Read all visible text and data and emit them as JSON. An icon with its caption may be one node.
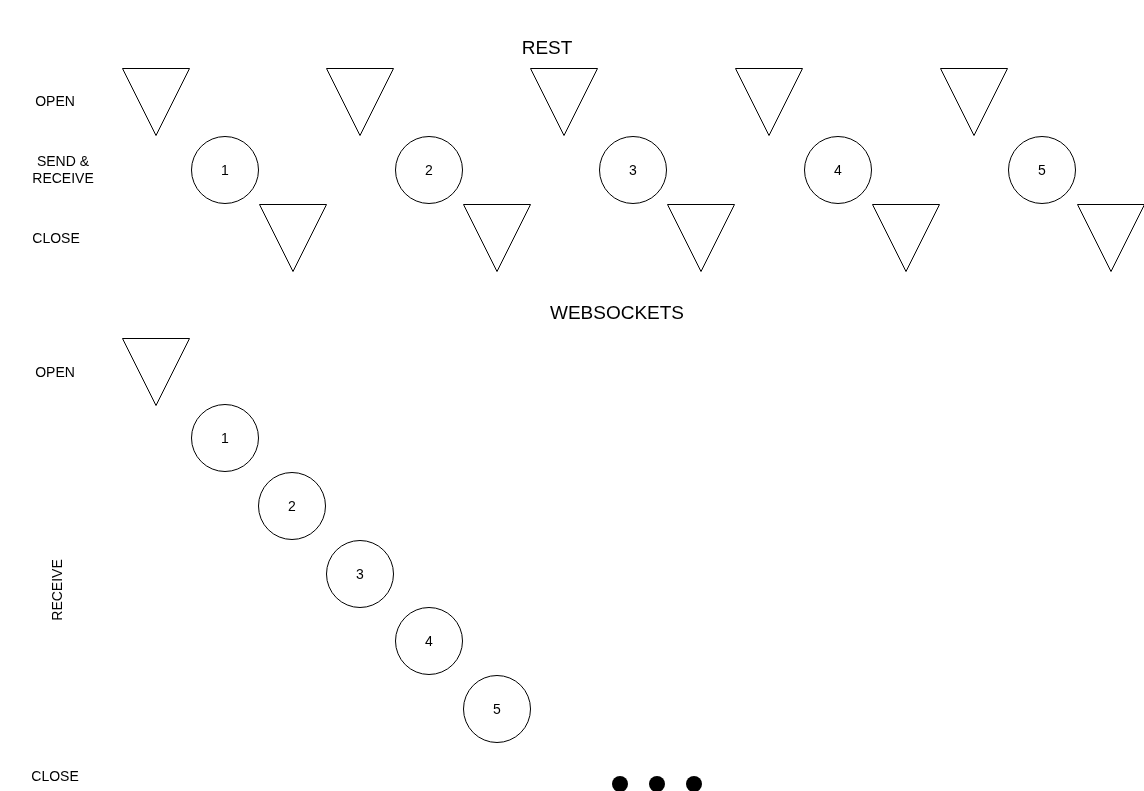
{
  "diagram": {
    "nodes": [
      {
        "text": [],
        "shape": "triangle"
      },
      {
        "text": [],
        "shape": "triangle"
      },
      {
        "text": [],
        "shape": "triangle"
      },
      {
        "text": [],
        "shape": "triangle"
      },
      {
        "text": [],
        "shape": "triangle"
      },
      {
        "text": [
          "1"
        ]
      },
      {
        "text": [
          "2"
        ]
      },
      {
        "text": [
          "3"
        ]
      },
      {
        "text": [
          "4"
        ]
      },
      {
        "text": [
          "5"
        ]
      },
      {
        "text": [],
        "shape": "triangle"
      },
      {
        "text": [],
        "shape": "triangle"
      },
      {
        "text": [],
        "shape": "triangle"
      },
      {
        "text": [],
        "shape": "triangle"
      },
      {
        "text": [],
        "shape": "triangle"
      },
      {
        "text": [],
        "shape": "triangle"
      },
      {
        "text": [
          "1"
        ]
      },
      {
        "text": [
          "2"
        ]
      },
      {
        "text": [
          "3"
        ]
      },
      {
        "text": [
          "4"
        ]
      },
      {
        "text": [
          "5"
        ]
      }
    ],
    "edges": [],
    "labels": [
      "REST",
      "OPEN",
      "SEND & RECEIVE",
      "CLOSE",
      "WEBSOCKETS",
      "OPEN",
      "RECEIVE",
      "CLOSE"
    ]
  }
}
